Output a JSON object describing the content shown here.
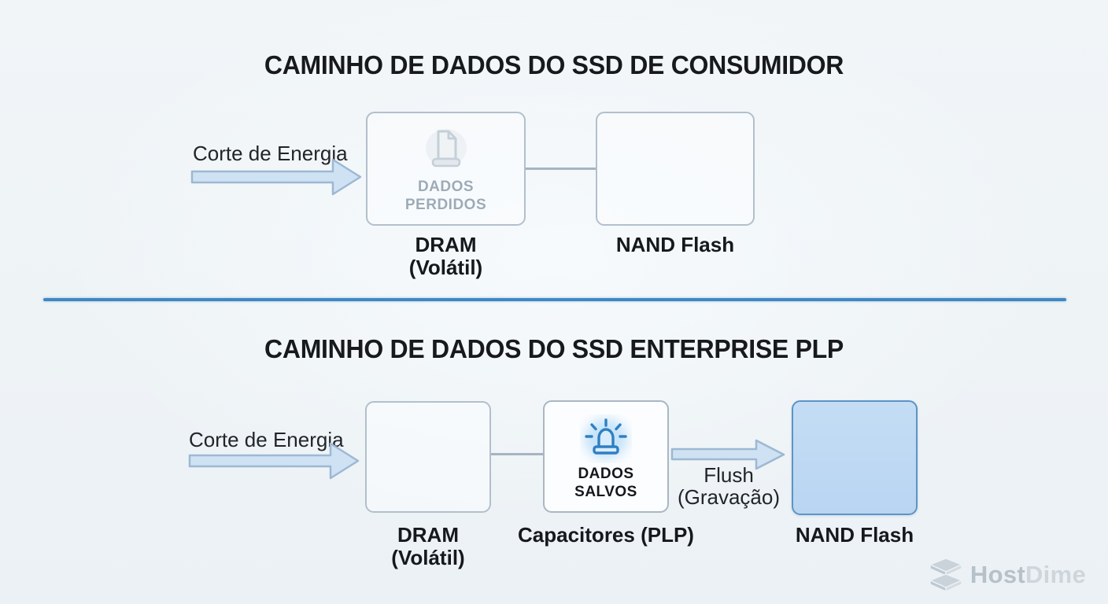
{
  "consumer_section": {
    "title": "CAMINHO DE DADOS DO SSD DE CONSUMIDOR",
    "power_cut_label": "Corte de Energia",
    "dram_box": {
      "icon": "document-icon",
      "status_line1": "DADOS",
      "status_line2": "PERDIDOS",
      "label_line1": "DRAM",
      "label_line2": "(Volátil)"
    },
    "nand_box": {
      "label": "NAND Flash"
    }
  },
  "enterprise_section": {
    "title": "CAMINHO DE DADOS DO SSD ENTERPRISE PLP",
    "power_cut_label": "Corte de Energia",
    "dram_box": {
      "label_line1": "DRAM",
      "label_line2": "(Volátil)"
    },
    "capacitor_box": {
      "icon": "siren-icon",
      "status_line1": "DADOS",
      "status_line2": "SALVOS",
      "label": "Capacitores (PLP)"
    },
    "flush_arrow": {
      "label_line1": "Flush",
      "label_line2": "(Gravação)"
    },
    "nand_box": {
      "label": "NAND Flash"
    }
  },
  "watermark": {
    "brand_part1": "Host",
    "brand_part2": "Dime",
    "icon": "hostdime-logo-icon"
  },
  "colors": {
    "background": "#eef3f6",
    "title_text": "#17191d",
    "divider_blue": "#3f88c2",
    "arrow_fill": "#cfe2f3",
    "arrow_stroke": "#9db8d3",
    "box_border": "#b2c0cc",
    "nand_saved_fill": "#bed9f3",
    "nand_saved_border": "#5d94c6",
    "siren_blue": "#2f80c3",
    "faded_status_text": "#9dabb8",
    "dark_status_text": "#14181c",
    "watermark_gray": "#b5bfc7"
  }
}
